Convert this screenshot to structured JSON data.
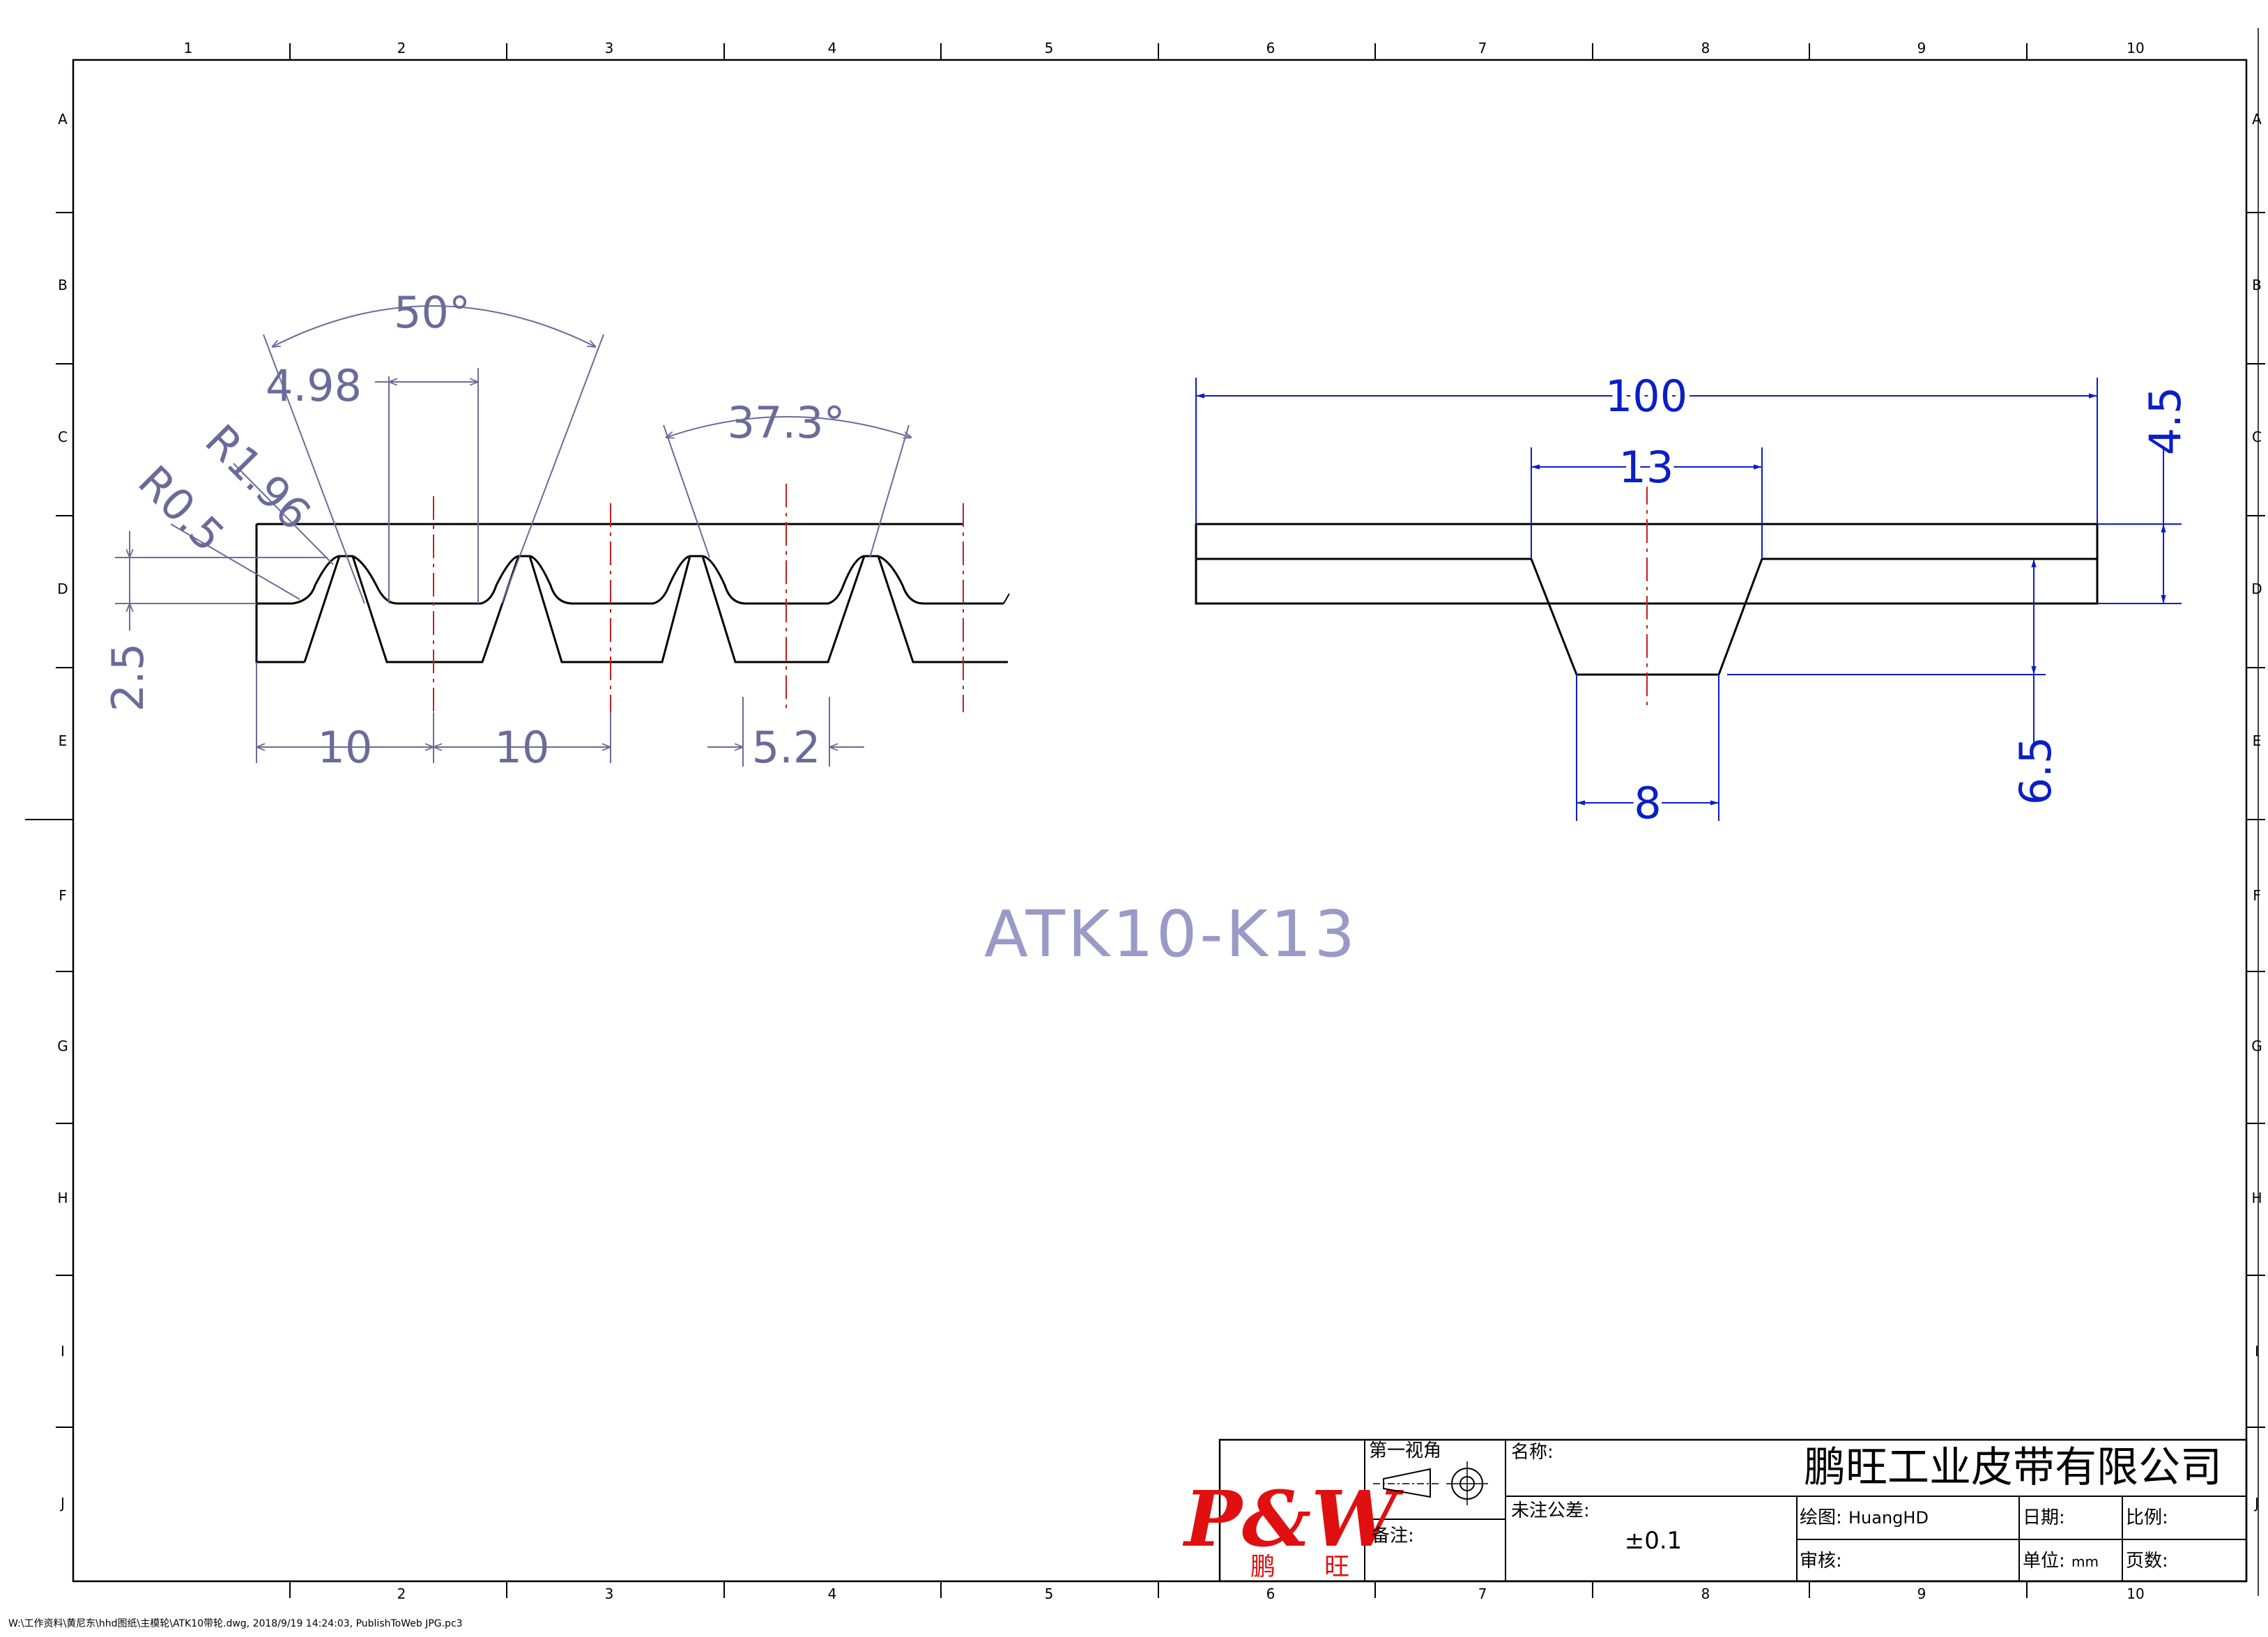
{
  "frame": {
    "columns": [
      "1",
      "2",
      "3",
      "4",
      "5",
      "6",
      "7",
      "8",
      "9",
      "10"
    ],
    "bottom_columns": [
      "2",
      "3",
      "4",
      "5",
      "6",
      "7",
      "8",
      "9",
      "10"
    ],
    "rows": [
      "A",
      "B",
      "C",
      "D",
      "E",
      "F",
      "G",
      "H",
      "I",
      "J"
    ]
  },
  "drawing": {
    "title": "ATK10-K13",
    "profile_dims": {
      "angle_50": "50°",
      "angle_37": "37.3°",
      "width_498": "4.98",
      "radius_196": "R1.96",
      "radius_05": "R0.5",
      "height_25": "2.5",
      "pitch_1": "10",
      "pitch_2": "10",
      "tooth_52": "5.2"
    },
    "section_dims": {
      "width_100": "100",
      "width_13": "13",
      "width_8": "8",
      "height_45": "4.5",
      "height_65": "6.5"
    }
  },
  "title_block": {
    "logo": "P&W",
    "logo_sub_left": "鹏",
    "logo_sub_right": "旺",
    "projection_label": "第一视角",
    "name_label": "名称:",
    "tolerance_label": "未注公差:",
    "tolerance_value": "±0.1",
    "remark_label": "备注:",
    "company": "鹏旺工业皮带有限公司",
    "drawn_label": "绘图:",
    "drawn_value": "HuangHD",
    "date_label": "日期:",
    "scale_label": "比例:",
    "review_label": "审核:",
    "unit_label": "单位:",
    "unit_value": "mm",
    "page_label": "页数:"
  },
  "footer": {
    "path": "W:\\工作资料\\黄尼东\\hhd图纸\\主模轮\\ATK10带轮.dwg, 2018/9/19 14:24:03, PublishToWeb JPG.pc3"
  },
  "colors": {
    "outline": "#000000",
    "dimension_profile": "#6b6b9a",
    "dimension_section": "#0a1ec8",
    "center_line": "#c81e1e",
    "title_text": "#9a9ac8",
    "logo": "#e01010"
  }
}
